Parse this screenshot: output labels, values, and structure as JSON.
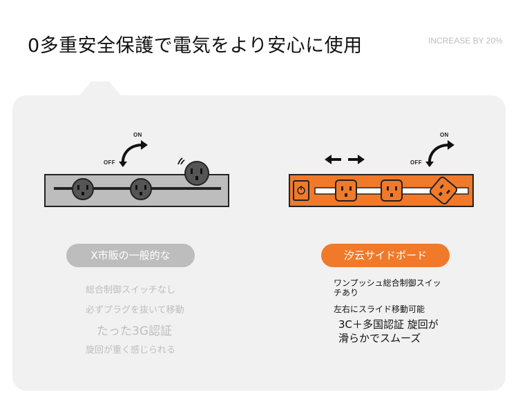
{
  "header": {
    "title": "0多重安全保護で電気をより安心に使用",
    "tag": "INCREASE BY 20%"
  },
  "left": {
    "on_label": "ON",
    "off_label": "OFF",
    "pill_label": "X市販の一般的な",
    "features": [
      "総合制御スイッチなし",
      "必ずプラグを抜いて移動",
      "たった3G認証",
      "旋回が重く感じられる"
    ]
  },
  "right": {
    "on_label": "ON",
    "off_label": "OFF",
    "pill_label": "汐云サイドボード",
    "features": [
      "ワンプッシュ総合制御スイッチあり",
      "左右にスライド移動可能",
      "3C＋多国認証 旋回が滑らかでスムーズ"
    ]
  },
  "colors": {
    "accent_orange": "#f07a2a",
    "panel_bg": "#f1f1f1",
    "muted_gray": "#bdbdbd"
  }
}
